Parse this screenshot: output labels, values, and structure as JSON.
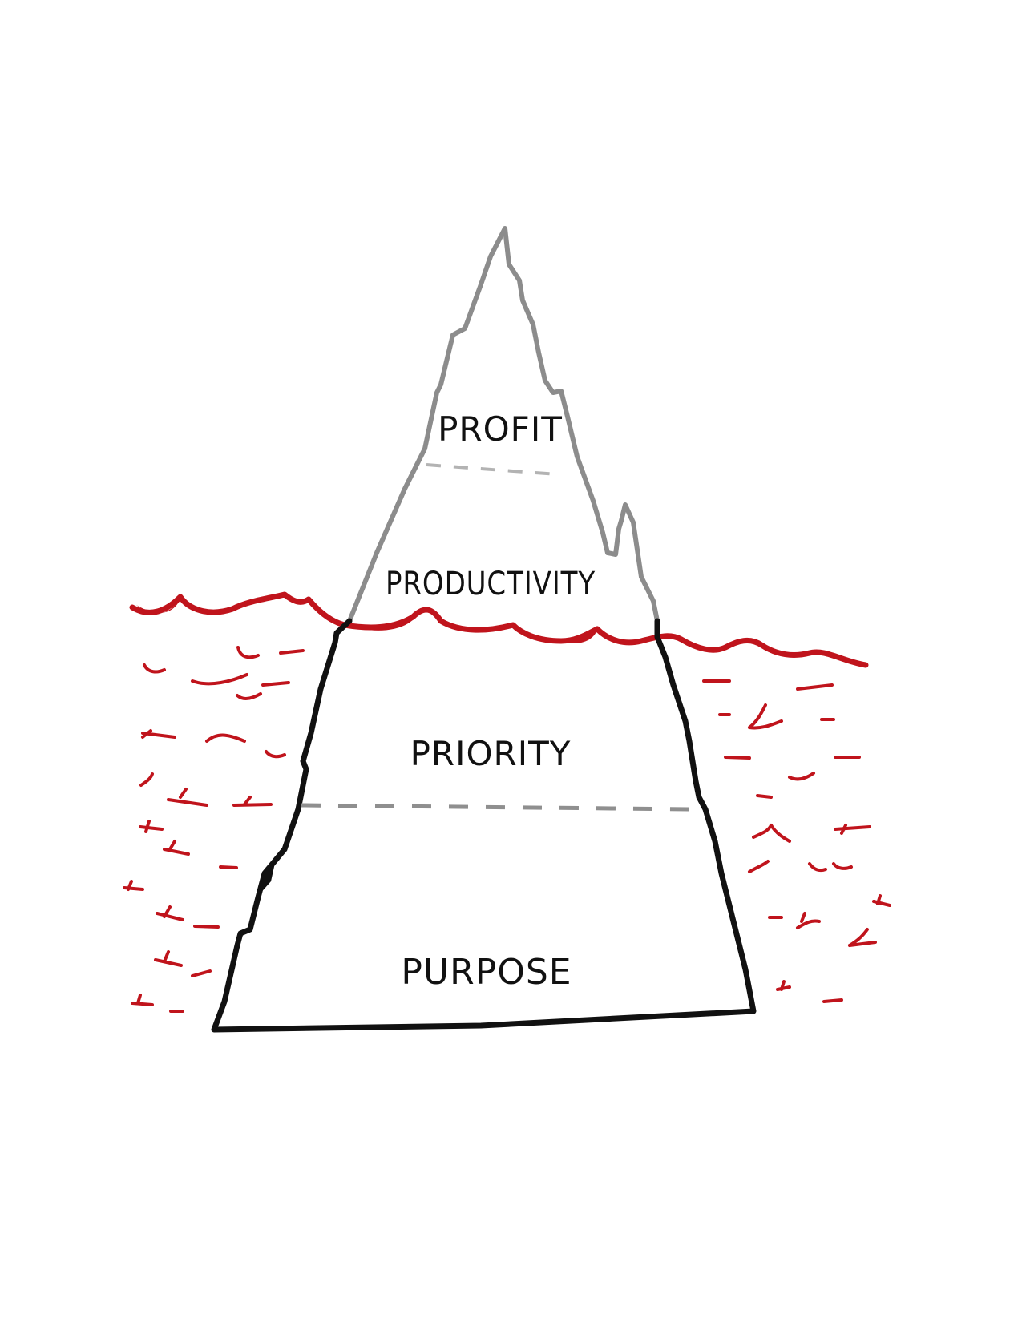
{
  "diagram": {
    "layers": [
      {
        "id": "profit",
        "label": "PROFIT"
      },
      {
        "id": "productivity",
        "label": "PRODUCTIVITY"
      },
      {
        "id": "priority",
        "label": "PRIORITY"
      },
      {
        "id": "purpose",
        "label": "PURPOSE"
      }
    ]
  },
  "colors": {
    "water": "#c0141c",
    "ice_above": "#8c8c8c",
    "ice_below": "#111111",
    "divider": "#8f8f8f",
    "background": "#ffffff"
  }
}
